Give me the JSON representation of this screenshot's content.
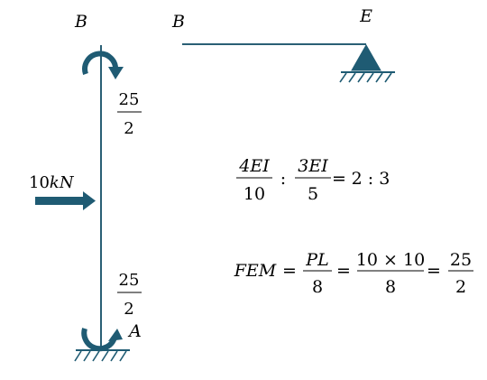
{
  "labels": {
    "node_b_column": "B",
    "node_b_beam": "B",
    "node_e": "E",
    "node_a": "A"
  },
  "load": {
    "magnitude": "10",
    "unit": "kN"
  },
  "moments": {
    "top": {
      "num": "25",
      "den": "2"
    },
    "bottom": {
      "num": "25",
      "den": "2"
    }
  },
  "ratio": {
    "left": {
      "num": "4EI",
      "den": "10"
    },
    "separator": ":",
    "right": {
      "num": "3EI",
      "den": "5"
    },
    "eq": "=",
    "result": "2 : 3"
  },
  "fem": {
    "lhs": "FEM",
    "eq1": "=",
    "f1": {
      "num": "PL",
      "den": "8"
    },
    "eq2": "=",
    "f2": {
      "num": "10 × 10",
      "den": "8"
    },
    "eq3": "=",
    "f3": {
      "num": "25",
      "den": "2"
    }
  },
  "colors": {
    "member": "#2a5f75",
    "arrow_fill": "#1f5b73",
    "support_fill": "#1f5b73",
    "text": "#000000"
  }
}
